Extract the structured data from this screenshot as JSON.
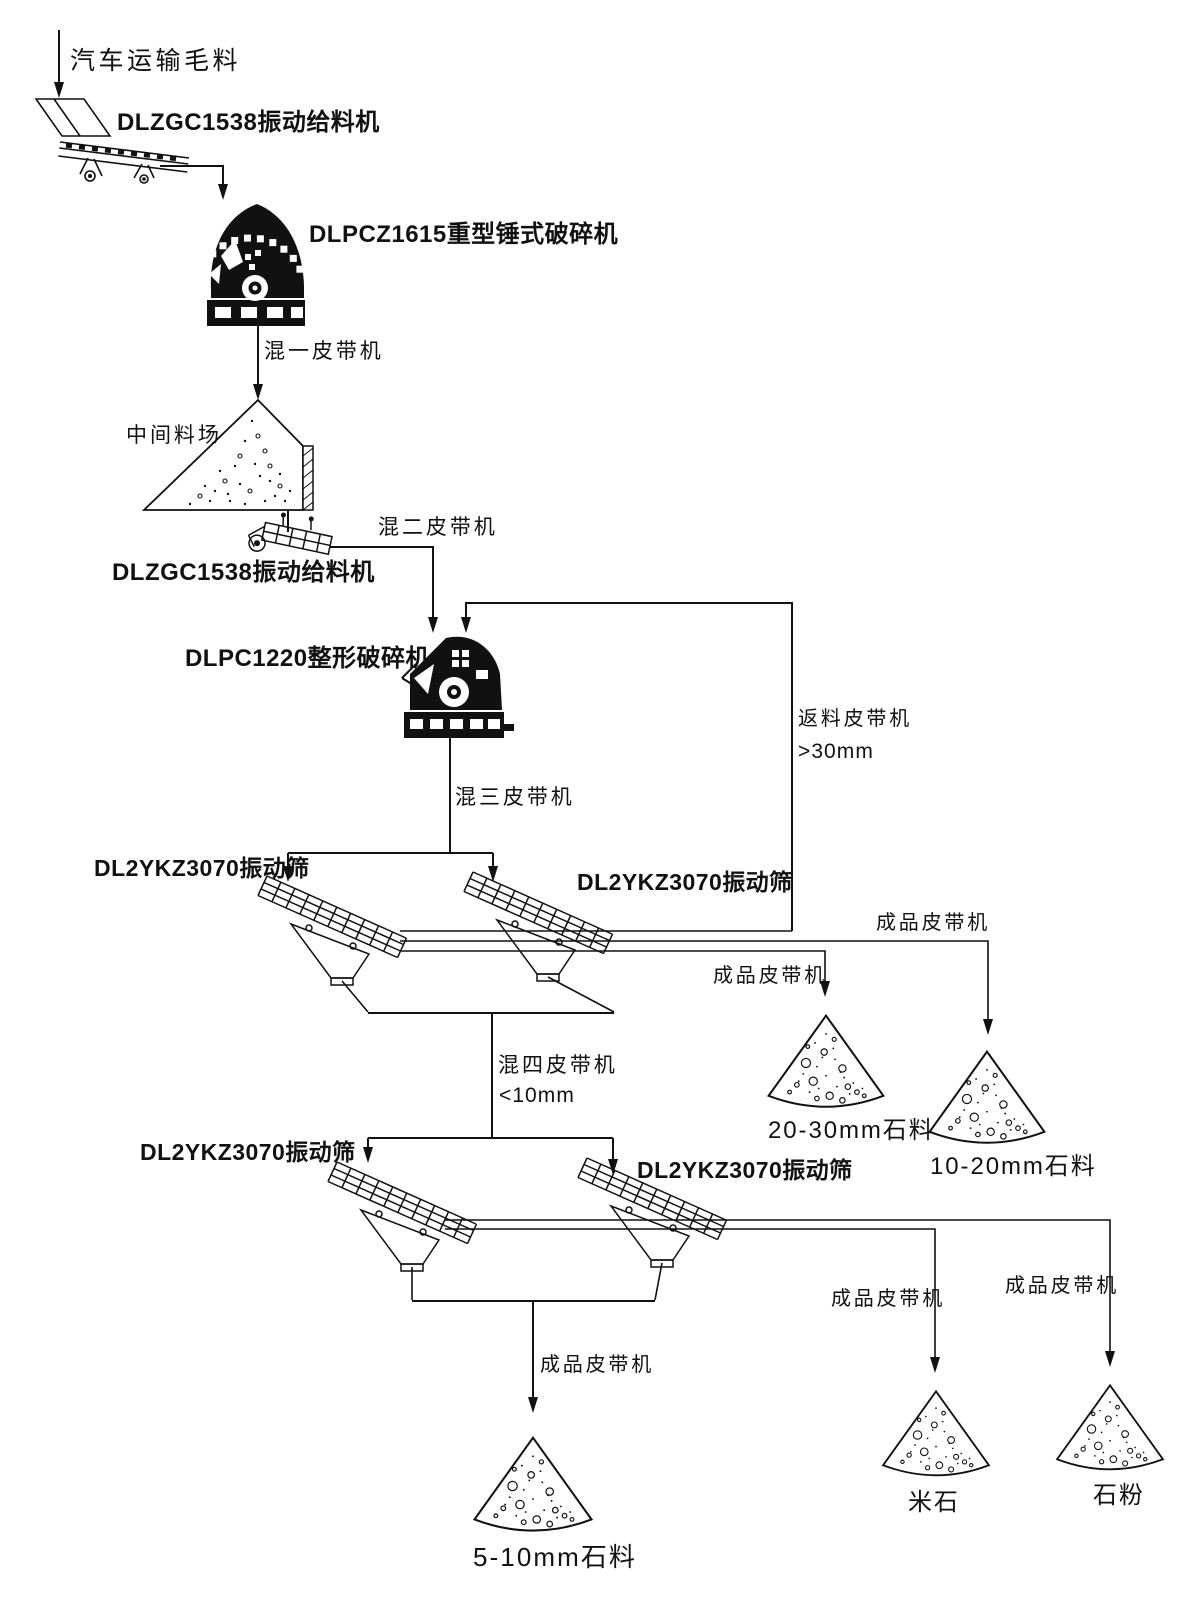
{
  "diagram": {
    "colors": {
      "line": "#111111",
      "background": "#ffffff"
    },
    "nodes": {
      "raw_material": "汽车运输毛料",
      "feeder1": "DLZGC1538振动给料机",
      "hammer_crusher": "DLPCZ1615重型锤式破碎机",
      "belt1": "混一皮带机",
      "stockpile": "中间料场",
      "feeder2": "DLZGC1538振动给料机",
      "belt2": "混二皮带机",
      "shaping_crusher": "DLPC1220整形破碎机",
      "return_belt": "返料皮带机",
      "return_size": ">30mm",
      "belt3": "混三皮带机",
      "screen1_left": "DL2YKZ3070振动筛",
      "screen1_right": "DL2YKZ3070振动筛",
      "product_belt_1": "成品皮带机",
      "product_belt_2": "成品皮带机",
      "pile_20_30": "20-30mm石料",
      "pile_10_20": "10-20mm石料",
      "belt4": "混四皮带机",
      "belt4_size": "<10mm",
      "screen2_left": "DL2YKZ3070振动筛",
      "screen2_right": "DL2YKZ3070振动筛",
      "product_belt_3": "成品皮带机",
      "product_belt_4": "成品皮带机",
      "product_belt_5": "成品皮带机",
      "pile_5_10": "5-10mm石料",
      "pile_mishi": "米石",
      "pile_shifen": "石粉"
    }
  }
}
